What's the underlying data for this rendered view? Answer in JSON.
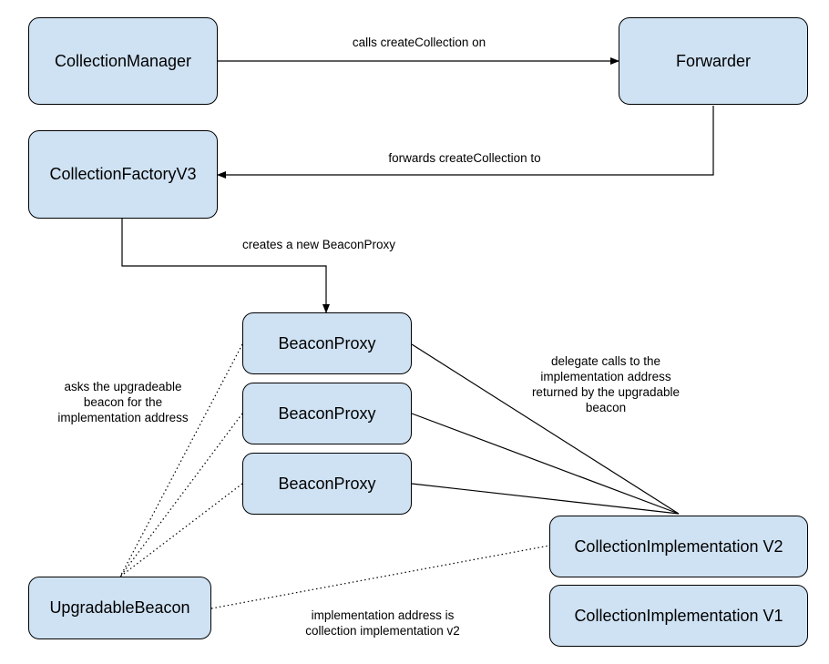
{
  "style": {
    "node_fill": "#cfe2f3",
    "node_stroke": "#000000",
    "line_color": "#000000"
  },
  "nodes": {
    "collection_manager": "CollectionManager",
    "forwarder": "Forwarder",
    "collection_factory": "CollectionFactoryV3",
    "beacon_proxy_1": "BeaconProxy",
    "beacon_proxy_2": "BeaconProxy",
    "beacon_proxy_3": "BeaconProxy",
    "upgradable_beacon": "UpgradableBeacon",
    "collection_impl_v2": "CollectionImplementation V2",
    "collection_impl_v1": "CollectionImplementation V1"
  },
  "edges": {
    "manager_to_forwarder": "calls createCollection on",
    "forwarder_to_factory": "forwards createCollection to",
    "factory_to_proxy": "creates a new BeaconProxy",
    "proxy_to_beacon": [
      "asks the upgradeable",
      "beacon for the",
      "implementation address"
    ],
    "proxy_to_impl": [
      "delegate calls to the",
      "implementation address",
      "returned by the upgradable",
      "beacon"
    ],
    "beacon_to_impl": [
      "implementation address is",
      "collection implementation v2"
    ]
  }
}
